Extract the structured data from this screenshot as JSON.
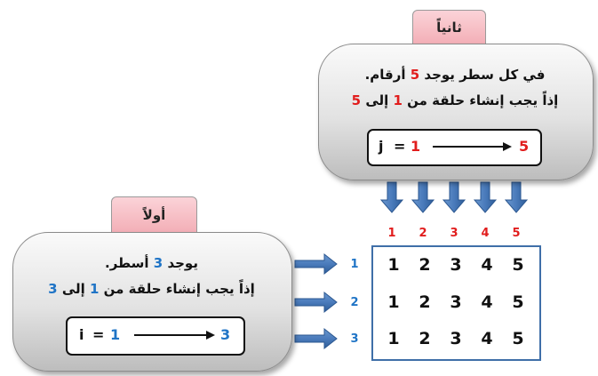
{
  "second": {
    "tab": "ثانياً",
    "line1": {
      "pre": "في كل سطر يوجد ",
      "n": "5",
      "post": " أرقام."
    },
    "line2": {
      "pre": "إذاً يجب إنشاء حلقة من ",
      "a": "1",
      "mid": " إلى ",
      "b": "5"
    },
    "loop": {
      "var": "j",
      "eq": "=",
      "start": "1",
      "end": "5"
    }
  },
  "first": {
    "tab": "أولاً",
    "line1": {
      "pre": "يوجد ",
      "n": "3",
      "post": " أسطر."
    },
    "line2": {
      "pre": "إذاً يجب إنشاء حلقة من ",
      "a": "1",
      "mid": " إلى ",
      "b": "3"
    },
    "loop": {
      "var": "i",
      "eq": "=",
      "start": "1",
      "end": "3"
    }
  },
  "columns": [
    "1",
    "2",
    "3",
    "4",
    "5"
  ],
  "rows": [
    "1",
    "2",
    "3"
  ],
  "cells": [
    [
      "1",
      "2",
      "3",
      "4",
      "5"
    ],
    [
      "1",
      "2",
      "3",
      "4",
      "5"
    ],
    [
      "1",
      "2",
      "3",
      "4",
      "5"
    ]
  ],
  "colors": {
    "red": "#e11d1d",
    "blue": "#1f74c6",
    "arrow": "#4f81bd",
    "tab": "#f3aeb6"
  }
}
